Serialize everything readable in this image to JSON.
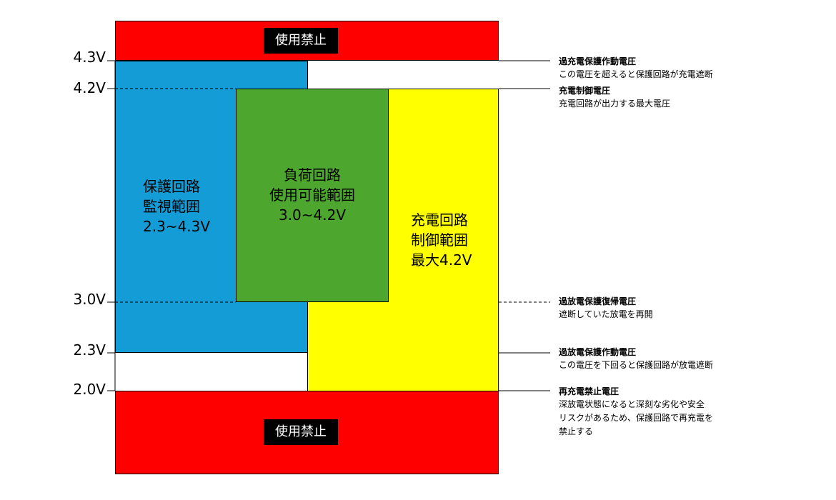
{
  "prohibited": {
    "top_label": "使用禁止",
    "bottom_label": "使用禁止",
    "color": "#FF0000"
  },
  "regions": {
    "protection": {
      "lines": [
        "保護回路",
        "監視範囲",
        "2.3~4.3V"
      ],
      "color": "#149CD6"
    },
    "load": {
      "lines": [
        "負荷回路",
        "使用可能範囲",
        "3.0~4.2V"
      ],
      "color": "#4DA72E"
    },
    "charge": {
      "lines": [
        "充電回路",
        "制御範囲",
        "最大4.2V"
      ],
      "color": "#FFFF00"
    }
  },
  "axis": {
    "labels": [
      "4.3V",
      "4.2V",
      "3.0V",
      "2.3V",
      "2.0V"
    ]
  },
  "annotations": [
    {
      "title": "過充電保護作動電圧",
      "desc": [
        "この電圧を超えると保護回路が充電遮断"
      ]
    },
    {
      "title": "充電制御電圧",
      "desc": [
        "充電回路が出力する最大電圧"
      ]
    },
    {
      "title": "過放電保護復帰電圧",
      "desc": [
        "遮断していた放電を再開"
      ]
    },
    {
      "title": "過放電保護作動電圧",
      "desc": [
        "この電圧を下回ると保護回路が放電遮断"
      ]
    },
    {
      "title": "再充電禁止電圧",
      "desc": [
        "深放電状態になると深刻な劣化や安全",
        "リスクがあるため、保護回路で再充電を",
        "禁止する"
      ]
    }
  ]
}
